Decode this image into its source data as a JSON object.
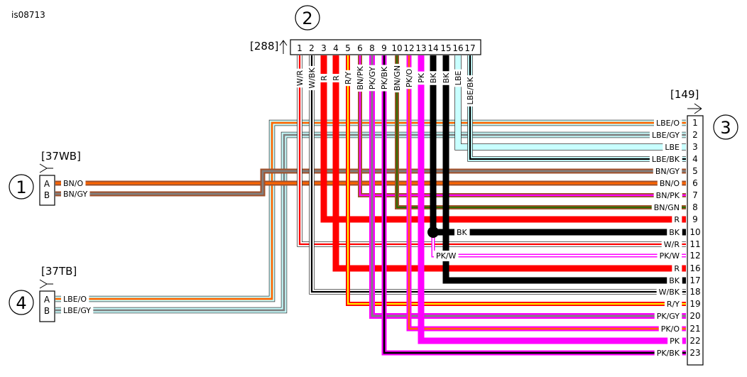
{
  "diagram_id": "is08713",
  "colors": {
    "R": "#ff0000",
    "W": "#ffffff",
    "BK": "#000000",
    "Y": "#ffee00",
    "BN": "#a0522d",
    "PK": "#ff00ff",
    "GY": "#808080",
    "O": "#ff6600",
    "GN": "#2e6b00",
    "LBE": "#c8ffff",
    "outline": "#333333"
  },
  "connectors": {
    "c1": {
      "callout": "1",
      "ref": "[37WB]",
      "pins": [
        "A",
        "B"
      ],
      "wires": [
        "BN/O",
        "BN/GY"
      ]
    },
    "c2": {
      "callout": "2",
      "ref": "[288]",
      "pins": [
        "1",
        "2",
        "3",
        "4",
        "5",
        "6",
        "8",
        "9",
        "10",
        "12",
        "13",
        "14",
        "15",
        "16",
        "17"
      ],
      "wires": [
        "W/R",
        "W/BK",
        "R",
        "R",
        "R/Y",
        "BN/PK",
        "PK/GY",
        "PK/BK",
        "BN/GN",
        "PK/O",
        "PK",
        "BK",
        "BK",
        "LBE",
        "LBE/BK"
      ]
    },
    "c3": {
      "callout": "3",
      "ref": "[149]",
      "pins": [
        "1",
        "2",
        "3",
        "4",
        "5",
        "6",
        "7",
        "8",
        "9",
        "10",
        "11",
        "12",
        "16",
        "17",
        "18",
        "19",
        "20",
        "21",
        "22",
        "23"
      ],
      "wires": [
        "LBE/O",
        "LBE/GY",
        "LBE",
        "LBE/BK",
        "BN/GY",
        "BN/O",
        "BN/PK",
        "BN/GN",
        "R",
        "BK",
        "W/R",
        "PK/W",
        "R",
        "BK",
        "W/BK",
        "R/Y",
        "PK/GY",
        "PK/O",
        "PK",
        "PK/BK"
      ]
    },
    "c4": {
      "callout": "4",
      "ref": "[37TB]",
      "pins": [
        "A",
        "B"
      ],
      "wires": [
        "LBE/O",
        "LBE/GY"
      ]
    }
  },
  "splice": {
    "label_bk": "BK",
    "label_pkw": "PK/W"
  }
}
